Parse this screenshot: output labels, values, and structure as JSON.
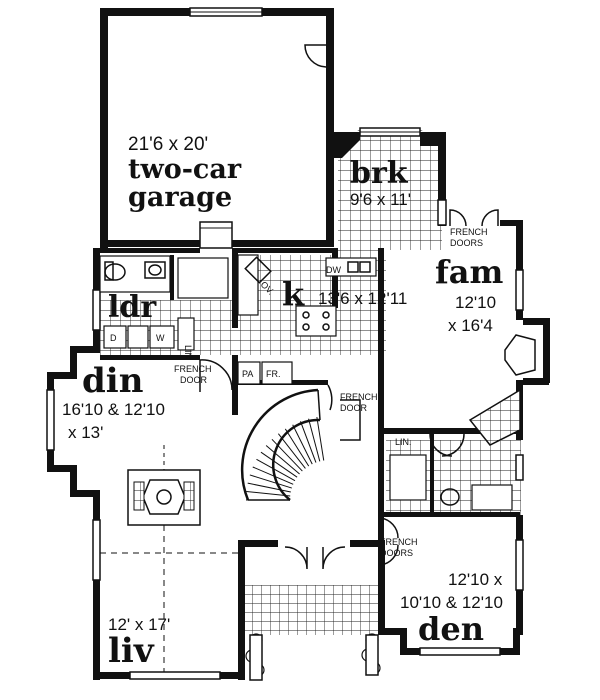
{
  "rooms": {
    "garage": {
      "dims": "21'6 x 20'",
      "name_line1": "two-car",
      "name_line2": "garage"
    },
    "brk": {
      "name": "brk",
      "dims": "9'6 x 11'"
    },
    "fam": {
      "name": "fam",
      "dims_line1": "12'10",
      "dims_line2": "x 16'4"
    },
    "ldr": {
      "name": "ldr"
    },
    "k": {
      "name": "k",
      "dims": "13'6 x 12'11"
    },
    "din": {
      "name": "din",
      "dims_line1": "16'10 & 12'10",
      "dims_line2": "x 13'"
    },
    "liv": {
      "name": "liv",
      "dims": "12' x 17'"
    },
    "den": {
      "name": "den",
      "dims_line1": "12'10 x",
      "dims_line2": "10'10 & 12'10"
    }
  },
  "labels": {
    "french_door_din": [
      "FRENCH",
      "DOOR"
    ],
    "french_door_stair": [
      "FRENCH",
      "DOOR"
    ],
    "french_doors_fam": [
      "FRENCH",
      "DOORS"
    ],
    "french_doors_den": [
      "FRENCH",
      "DOORS"
    ],
    "lin_fam": "LIN.",
    "lin_ldr": "LIN",
    "ov": "OV.",
    "dw": "DW",
    "pa": "PA",
    "fr": "FR.",
    "washer": "W",
    "dryer": "D"
  }
}
